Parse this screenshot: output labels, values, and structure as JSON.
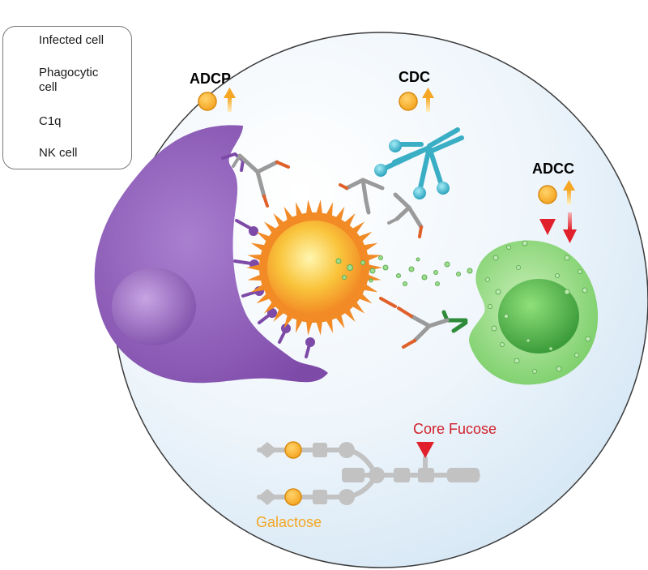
{
  "legend": {
    "infected_cell": "Infected cell",
    "phagocytic_cell_line1": "Phagocytic",
    "phagocytic_cell_line2": "cell",
    "c1q": "C1q",
    "nk_cell": "NK cell"
  },
  "mechanisms": {
    "adcp": "ADCP",
    "cdc": "CDC",
    "adcc": "ADCC"
  },
  "glycan": {
    "core_fucose": "Core Fucose",
    "galactose": "Galactose"
  },
  "colors": {
    "infected_cell": "#f28a25",
    "phagocytic_cell": "#8e5bb5",
    "c1q": "#3aaec4",
    "nk_cell": "#7ccf6a",
    "galactose": "#f5a623",
    "core_fucose": "#e0202a",
    "antibody": "#9a9a9a",
    "glycan_gray": "#bdbdbd",
    "up_arrow": "#f5a623",
    "down_arrow": "#e0202a",
    "background_circle": "#e6f1f9"
  },
  "icons": [
    "infected-cell-icon",
    "phagocytic-cell-icon",
    "c1q-icon",
    "nk-cell-icon",
    "up-arrow-icon",
    "down-arrow-icon",
    "fucose-triangle-icon"
  ]
}
